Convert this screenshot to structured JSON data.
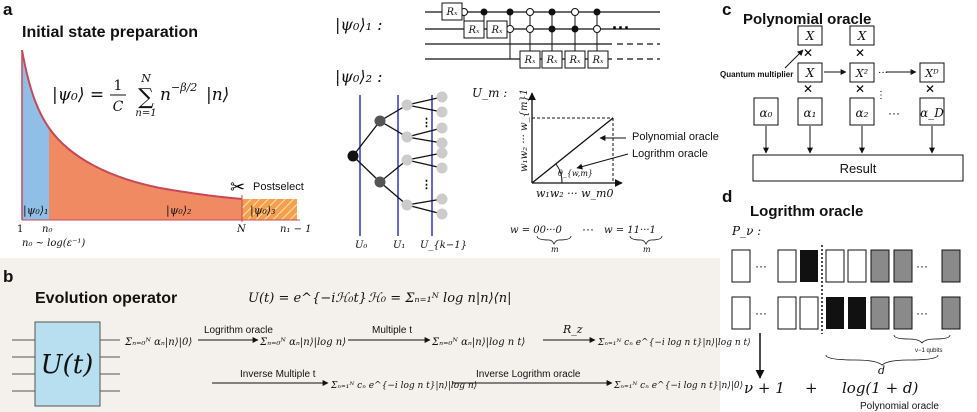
{
  "panel_labels": {
    "a": "a",
    "b": "b",
    "c": "c",
    "d": "d"
  },
  "panel_a": {
    "title": "Initial state preparation",
    "equation": "|ψ₀⟩ = (1/C) Σₙ₌₁ᴺ n^(−β/2)|n⟩",
    "eq_lhs": "|ψ₀⟩ =",
    "eq_frac_num": "1",
    "eq_frac_den": "C",
    "eq_sum_top": "N",
    "eq_sum_bottom": "n=1",
    "eq_rhs": "n",
    "eq_exp": "−β/2",
    "eq_ket": "|n⟩",
    "region_labels": [
      "|ψ₀⟩₁",
      "|ψ₀⟩₂",
      "|ψ₀⟩₃"
    ],
    "postselect": "Postselect",
    "axis_ticks": [
      "1",
      "n₀",
      "N",
      "n₁ − 1"
    ],
    "n0_note": "n₀ ~ log(ε⁻¹)",
    "psi1_label": "|ψ₀⟩₁ :",
    "psi2_label": "|ψ₀⟩₂ :",
    "gates_rx": [
      "Rₓ",
      "Rₓ",
      "Rₓ",
      "Rₓ",
      "Rₓ",
      "Rₓ",
      "Rₓ"
    ],
    "tree_labels": [
      "U₀",
      "U₁",
      "U_{k−1}"
    ],
    "um_label": "U_m :",
    "um_yaxis": "w₁w₂ ··· w_{m}1",
    "um_xaxis": "w₁w₂ ··· w_m0",
    "um_angle": "θ_{w,m}",
    "um_poly": "Polynomial oracle",
    "um_log": "Logrithm oracle",
    "w_left": "w = 00···0",
    "w_right": "w = 11···1",
    "w_m": "m",
    "w_dots": "···"
  },
  "panel_b": {
    "title": "Evolution operator",
    "ut_def": "U(t) = e^{−iℋ₀t}",
    "h0_def": "ℋ₀ = Σₙ₌₁ᴺ log n|n⟩⟨n|",
    "box_label": "U(t)",
    "step_labels": [
      "Logrithm oracle",
      "Multiple t",
      "R_z",
      "Inverse  Multiple t",
      "Inverse Logrithm oracle"
    ],
    "state_1": "Σₙ₌₀ᴺ αₙ|n⟩|0⟩",
    "state_2": "Σₙ₌₀ᴺ αₙ|n⟩|log n⟩",
    "state_3": "Σₙ₌₀ᴺ αₙ|n⟩|log n t⟩",
    "state_4": "Σₙ₌₁ᴺ cₙ e^{−i log n t}|n⟩|log n t⟩",
    "state_5": "Σₙ₌₁ᴺ cₙ e^{−i log n t}|n⟩|log n⟩",
    "state_6": "Σₙ₌₁ᴺ cₙ e^{−i log n t}|n⟩|0⟩"
  },
  "panel_c": {
    "title": "Polynomial oracle",
    "quantum_multiplier": "Quantum multiplier",
    "x_boxes": [
      "X",
      "X",
      "X",
      "X"
    ],
    "x_outputs": [
      "X",
      "X²",
      "Xᴰ"
    ],
    "alphas": [
      "α₀",
      "α₁",
      "α₂",
      "α_D"
    ],
    "dots": "···",
    "result": "Result"
  },
  "panel_d": {
    "title": "Logrithm oracle",
    "p_nu": "P_ν :",
    "qubits_note": "ν−1 qubits",
    "d_label": "d",
    "formula_left": "ν + 1",
    "formula_plus": "+",
    "formula_right": "log(1 + d)",
    "poly_note": "Polynomial oracle"
  },
  "colors": {
    "blue_region": "#8fbfe6",
    "orange_region": "#ef8a62",
    "curve": "#c8485a",
    "postselect_hatch": "#f6a04d",
    "tree_line": "#2a39c9",
    "panel_b_bg": "#f4f0ec",
    "box_blue": "#b7dff0",
    "gray_box": "#8a8a8a"
  }
}
